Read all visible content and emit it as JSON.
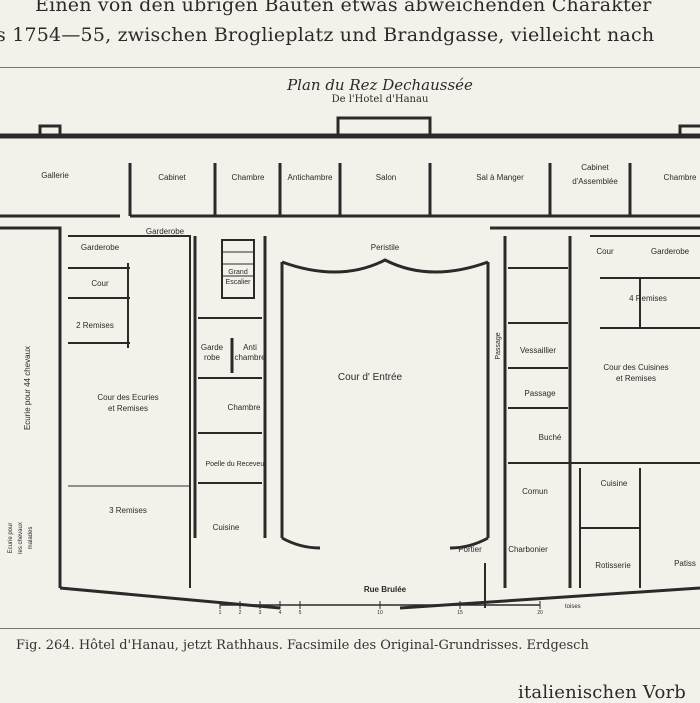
{
  "text": {
    "line1": "Einen von den übrigen Bauten etwas abweichenden Charakter",
    "line2": "s 1754—55, zwischen Broglieplatz und Brandgasse, vielleicht nach",
    "line3": "italienischen Vorb",
    "caption": "Fig. 264.  Hôtel d'Hanau, jetzt Rathhaus.  Facsimile des Original-Grundrisses.  Erdgesch"
  },
  "plan": {
    "title": "Plan du Rez Dechaussée",
    "subtitle": "De l'Hotel d'Hanau",
    "street": "Rue Brulée",
    "scale_label": "toises",
    "scale_ticks": [
      "1",
      "2",
      "3",
      "4",
      "5",
      "10",
      "15",
      "20"
    ],
    "rooms": {
      "gallerie": "Gallerie",
      "cabinet": "Cabinet",
      "chambre1": "Chambre",
      "antichambre1": "Antichambre",
      "salon": "Salon",
      "salle_manger": "Sal à Manger",
      "cabinet_assemblee_1": "Cabinet",
      "cabinet_assemblee_2": "d'Assemblée",
      "chambre2": "Chambre",
      "garderobe1": "Garderobe",
      "garderobe2": "Garderobe",
      "peristile": "Peristile",
      "cour_small": "Cour",
      "garderobe3": "Garderobe",
      "grand_escalier_1": "Grand",
      "grand_escalier_2": "Escalier",
      "cour_right": "Cour",
      "remises_2": "2 Remises",
      "remises_4": "4 Remises",
      "ecurie": "Ecurie pour 44 chevaux",
      "garderobe_left_1": "Garde",
      "garderobe_left_2": "robe",
      "antichambre2_1": "Anti",
      "antichambre2_2": "chambre",
      "cour_entree": "Cour d' Entrée",
      "passage1": "Passage",
      "vessaillier": "Vessaillier",
      "cour_ecuries_1": "Cour des Ecuries",
      "cour_ecuries_2": "et Remises",
      "cour_cuisines_1": "Cour des Cuisines",
      "cour_cuisines_2": "et Remises",
      "chambre3": "Chambre",
      "passage2": "Passage",
      "buche": "Buché",
      "poelle": "Poelle du Receveur",
      "comun": "Comun",
      "cuisine1": "Cuisine",
      "ecurie_chevaux_1": "Ecurie pour",
      "ecurie_chevaux_2": "les chevaux",
      "ecurie_chevaux_3": "malades",
      "remises_3": "3 Remises",
      "cuisine2": "Cuisine",
      "portier": "Portier",
      "charbonier": "Charbonier",
      "rotisserie": "Rotisserie",
      "patisserie": "Patiss"
    }
  }
}
